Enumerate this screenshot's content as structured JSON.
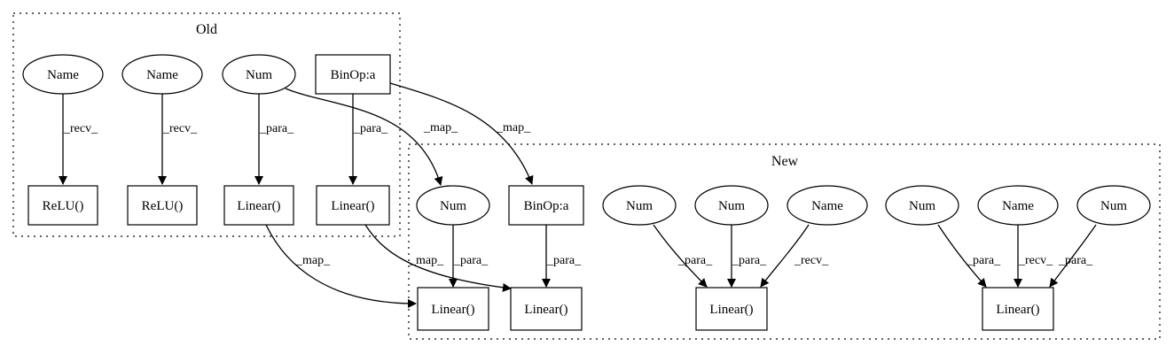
{
  "clusters": {
    "old": {
      "title": "Old"
    },
    "new": {
      "title": "New"
    }
  },
  "nodes": [
    {
      "id": "old_name1",
      "label": "Name",
      "shape": "ellipse"
    },
    {
      "id": "old_name2",
      "label": "Name",
      "shape": "ellipse"
    },
    {
      "id": "old_num",
      "label": "Num",
      "shape": "ellipse"
    },
    {
      "id": "old_binop",
      "label": "BinOp:a",
      "shape": "box"
    },
    {
      "id": "old_relu1",
      "label": "ReLU()",
      "shape": "box"
    },
    {
      "id": "old_relu2",
      "label": "ReLU()",
      "shape": "box"
    },
    {
      "id": "old_linear1",
      "label": "Linear()",
      "shape": "box"
    },
    {
      "id": "old_linear2",
      "label": "Linear()",
      "shape": "box"
    },
    {
      "id": "new_num1",
      "label": "Num",
      "shape": "ellipse"
    },
    {
      "id": "new_binop",
      "label": "BinOp:a",
      "shape": "box"
    },
    {
      "id": "new_num2",
      "label": "Num",
      "shape": "ellipse"
    },
    {
      "id": "new_num3",
      "label": "Num",
      "shape": "ellipse"
    },
    {
      "id": "new_name1",
      "label": "Name",
      "shape": "ellipse"
    },
    {
      "id": "new_num4",
      "label": "Num",
      "shape": "ellipse"
    },
    {
      "id": "new_name2",
      "label": "Name",
      "shape": "ellipse"
    },
    {
      "id": "new_num5",
      "label": "Num",
      "shape": "ellipse"
    },
    {
      "id": "new_linear1",
      "label": "Linear()",
      "shape": "box"
    },
    {
      "id": "new_linear2",
      "label": "Linear()",
      "shape": "box"
    },
    {
      "id": "new_linear3",
      "label": "Linear()",
      "shape": "box"
    },
    {
      "id": "new_linear4",
      "label": "Linear()",
      "shape": "box"
    }
  ],
  "edges": [
    {
      "from": "old_name1",
      "to": "old_relu1",
      "label": "_recv_"
    },
    {
      "from": "old_name2",
      "to": "old_relu2",
      "label": "_recv_"
    },
    {
      "from": "old_num",
      "to": "old_linear1",
      "label": "_para_"
    },
    {
      "from": "old_binop",
      "to": "old_linear2",
      "label": "_para_"
    },
    {
      "from": "old_num",
      "to": "new_num1",
      "label": "_map_"
    },
    {
      "from": "old_binop",
      "to": "new_binop",
      "label": "_map_"
    },
    {
      "from": "old_linear1",
      "to": "new_linear1",
      "label": "_map_"
    },
    {
      "from": "old_linear2",
      "to": "new_linear2",
      "label": "_map_"
    },
    {
      "from": "new_num1",
      "to": "new_linear1",
      "label": "_para_"
    },
    {
      "from": "new_binop",
      "to": "new_linear2",
      "label": "_para_"
    },
    {
      "from": "new_num2",
      "to": "new_linear3",
      "label": "_para_"
    },
    {
      "from": "new_num3",
      "to": "new_linear3",
      "label": "_para_"
    },
    {
      "from": "new_name1",
      "to": "new_linear3",
      "label": "_recv_"
    },
    {
      "from": "new_num4",
      "to": "new_linear4",
      "label": "_para_"
    },
    {
      "from": "new_name2",
      "to": "new_linear4",
      "label": "_recv_"
    },
    {
      "from": "new_num5",
      "to": "new_linear4",
      "label": "_para_"
    }
  ]
}
